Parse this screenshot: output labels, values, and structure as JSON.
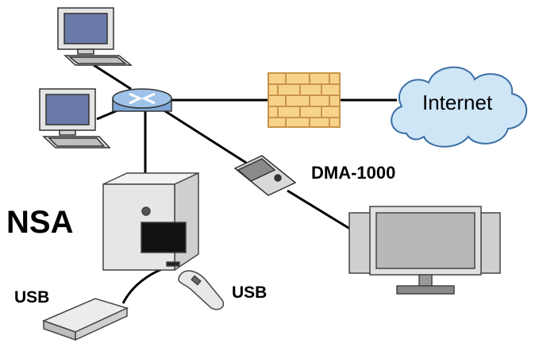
{
  "labels": {
    "nsa": "NSA",
    "dma": "DMA-1000",
    "usb_left": "USB",
    "usb_right": "USB",
    "internet": "Internet"
  },
  "nodes": [
    {
      "id": "computer-top",
      "icon": "desktop-computer-icon"
    },
    {
      "id": "computer-middle",
      "icon": "desktop-computer-icon"
    },
    {
      "id": "switch",
      "icon": "network-switch-icon"
    },
    {
      "id": "firewall",
      "icon": "brick-firewall-icon"
    },
    {
      "id": "internet",
      "icon": "cloud-icon"
    },
    {
      "id": "nsa",
      "icon": "nas-storage-icon"
    },
    {
      "id": "dma",
      "icon": "media-adapter-icon"
    },
    {
      "id": "television",
      "icon": "flat-screen-tv-icon"
    },
    {
      "id": "usb-hard-drive",
      "icon": "external-hard-drive-icon"
    },
    {
      "id": "usb-flash-drive",
      "icon": "usb-flash-drive-icon"
    }
  ],
  "colors": {
    "line": "#000000",
    "switch": "#9fc3e8",
    "firewall": "#f7d38a",
    "cloud": "#cfe6f7",
    "device": "#e6e6e6",
    "monitor_screen": "#6a7aa8"
  }
}
